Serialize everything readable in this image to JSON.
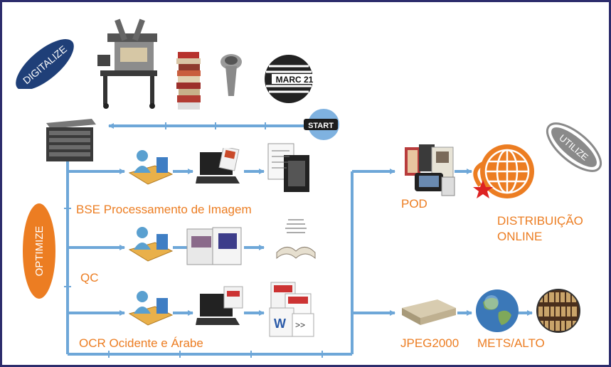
{
  "badges": {
    "digitalize": "DIGITALIZE",
    "optimize": "OPTIMIZE",
    "utilize": "UTILIZE",
    "start": "START",
    "marc": "MARC 21"
  },
  "labels": {
    "bse": "BSE Processamento de Imagem",
    "qc": "QC",
    "ocr": "OCR Ocidente e Árabe",
    "pod": "POD",
    "distribuicao_line1": "DISTRIBUIÇÃO",
    "distribuicao_line2": "ONLINE",
    "jpeg2000": "JPEG2000",
    "mets_alto": "METS/ALTO"
  },
  "colors": {
    "flow_line": "#6ea7d8",
    "label_orange": "#ec7d22",
    "frame_border": "#2c2c6c",
    "digitalize_badge": "#1f3f78",
    "optimize_badge": "#ec7d22",
    "utilize_badge": "#8a8a8a",
    "start_badge": "#7fb2e0"
  },
  "icons": {
    "scanner": "book-scanner-icon",
    "book_stack": "book-stack-icon",
    "barcode_reader": "barcode-scanner-icon",
    "marc_logo": "marc21-logo-icon",
    "server": "server-rack-icon",
    "operator": "operator-workstation-icon",
    "laptop": "laptop-icon",
    "pages": "document-pages-icon",
    "book_open": "open-book-icon",
    "file_types": "file-types-icon",
    "pod_devices": "ebook-devices-icon",
    "globe_web": "web-globe-icon",
    "box": "archive-box-icon",
    "earth": "earth-globe-icon",
    "library": "library-shelves-icon"
  }
}
